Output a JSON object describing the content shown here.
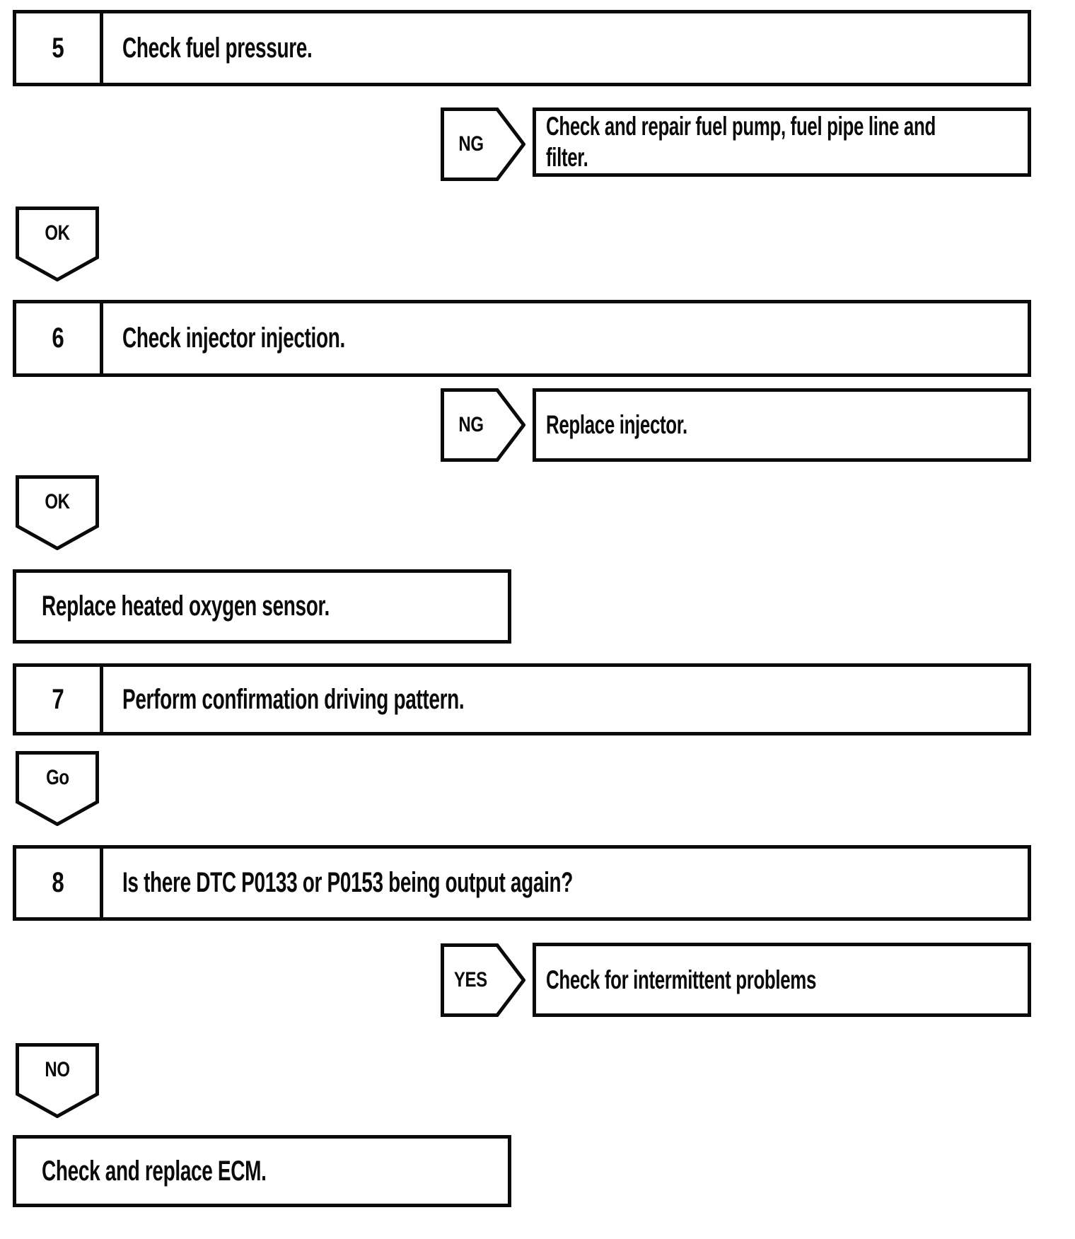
{
  "document": {
    "type": "diagnostic-flowchart",
    "colors": {
      "ink": "#0a0a0a",
      "paper": "#ffffff"
    }
  },
  "nodes": {
    "step5": {
      "num": "5",
      "label": "Check fuel pressure."
    },
    "ng1": {
      "tag": "NG",
      "text": "Check and repair fuel pump, fuel pipe line and filter.",
      "line1": "Check and repair fuel pump, fuel pipe line and",
      "line2": "filter."
    },
    "ok1": {
      "tag": "OK"
    },
    "step6": {
      "num": "6",
      "label": "Check injector injection."
    },
    "ng2": {
      "tag": "NG",
      "text": "Replace injector."
    },
    "ok2": {
      "tag": "OK"
    },
    "action_replace_sensor": {
      "text": "Replace heated oxygen sensor."
    },
    "step7": {
      "num": "7",
      "label": "Perform confirmation driving pattern."
    },
    "go": {
      "tag": "Go"
    },
    "step8": {
      "num": "8",
      "label": "Is there DTC P0133 or P0153 being output again?"
    },
    "yes": {
      "tag": "YES",
      "text": "Check for intermittent problems"
    },
    "no": {
      "tag": "NO"
    },
    "action_replace_ecm": {
      "text": "Check and replace ECM."
    }
  }
}
